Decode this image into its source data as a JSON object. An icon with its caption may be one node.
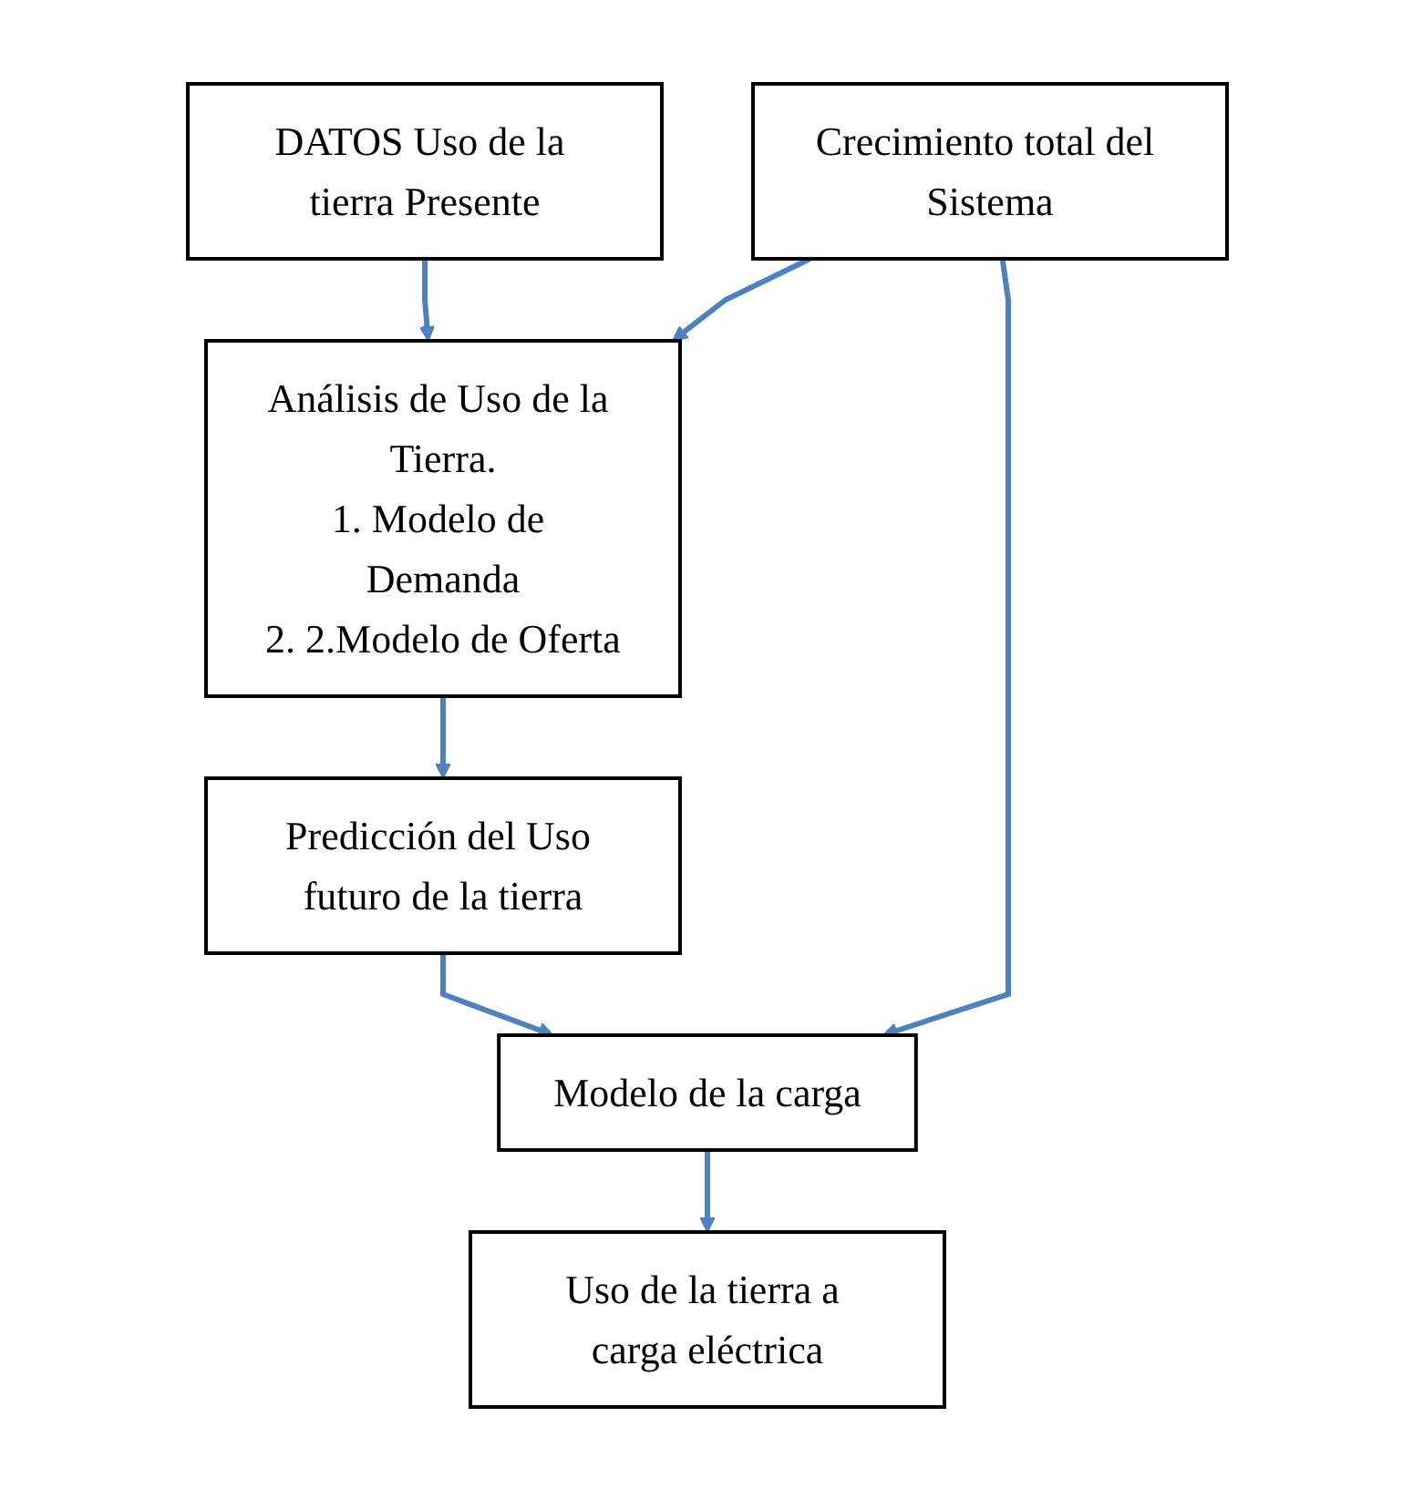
{
  "diagram": {
    "nodes": [
      {
        "text": [
          "Crecimiento total del Sistema"
        ]
      },
      {
        "text": [
          "DATOS Uso de la tierra Presente"
        ]
      },
      {
        "text": [
          "Análisis de Uso de la Tierra.",
          "1. Modelo de Demanda",
          "2. 2.Modelo de Oferta"
        ]
      },
      {
        "text": [
          "Predicción del Uso futuro de la tierra"
        ]
      },
      {
        "text": [
          "Modelo de la carga"
        ]
      },
      {
        "text": [
          "Uso de la tierra a carga eléctrica"
        ]
      }
    ],
    "edges": [
      {
        "from": 1,
        "to": 2,
        "arrow": "to"
      },
      {
        "from": 0,
        "to": 2,
        "arrow": "to"
      },
      {
        "from": 2,
        "to": 3,
        "arrow": "to"
      },
      {
        "from": 3,
        "to": 4,
        "arrow": "to"
      },
      {
        "from": 0,
        "to": 4,
        "arrow": "to"
      },
      {
        "from": 4,
        "to": 5,
        "arrow": "to"
      }
    ]
  }
}
